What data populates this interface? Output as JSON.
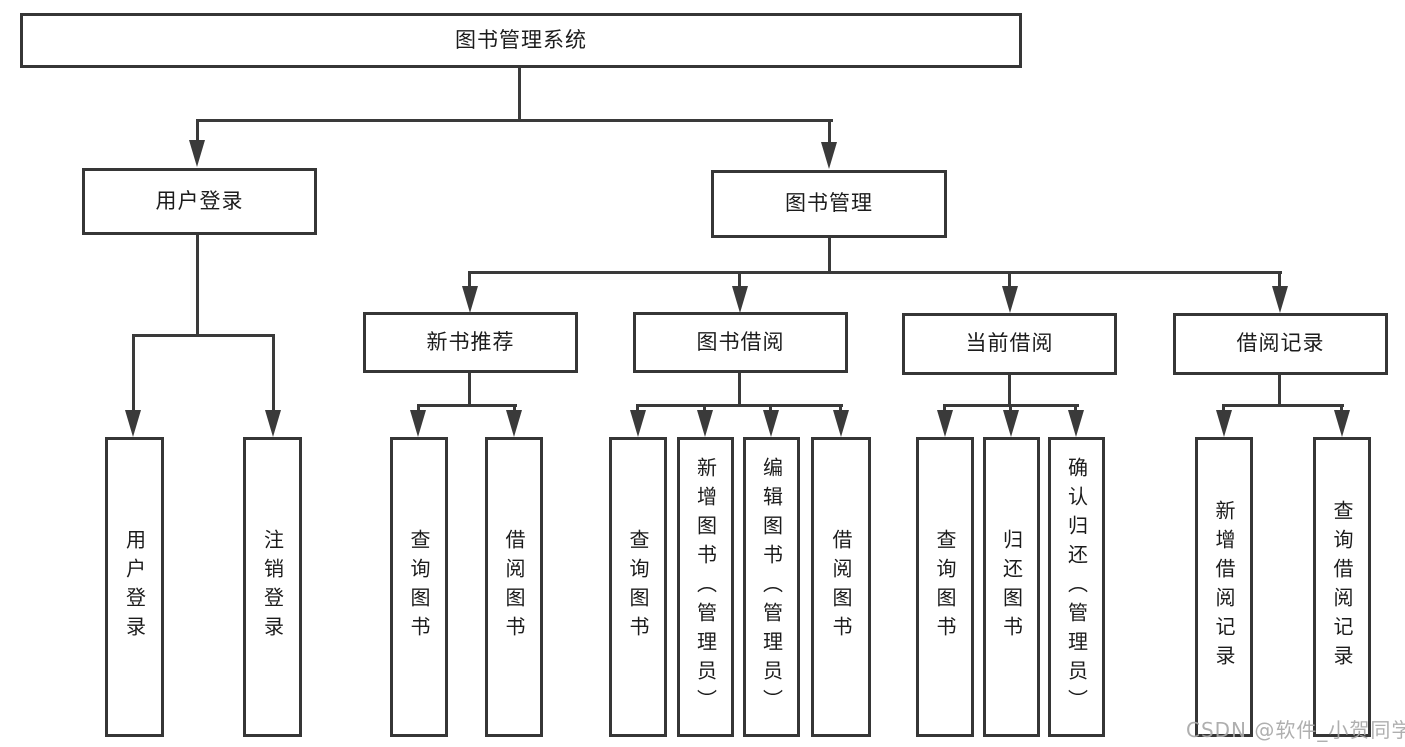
{
  "diagram_type": "hierarchy-tree",
  "colors": {
    "line": "#3a3a3a",
    "box_border": "#363636",
    "text": "#1c1c1c",
    "background": "#ffffff",
    "watermark": "#a8a8a8"
  },
  "tree": {
    "label": "图书管理系统",
    "children": [
      {
        "label": "用户登录",
        "children": [
          {
            "label": "用户登录"
          },
          {
            "label": "注销登录"
          }
        ]
      },
      {
        "label": "图书管理",
        "children": [
          {
            "label": "新书推荐",
            "children": [
              {
                "label": "查询图书"
              },
              {
                "label": "借阅图书"
              }
            ]
          },
          {
            "label": "图书借阅",
            "children": [
              {
                "label": "查询图书"
              },
              {
                "label": "新增图书（管理员）"
              },
              {
                "label": "编辑图书（管理员）"
              },
              {
                "label": "借阅图书"
              }
            ]
          },
          {
            "label": "当前借阅",
            "children": [
              {
                "label": "查询图书"
              },
              {
                "label": "归还图书"
              },
              {
                "label": "确认归还（管理员）"
              }
            ]
          },
          {
            "label": "借阅记录",
            "children": [
              {
                "label": "新增借阅记录"
              },
              {
                "label": "查询借阅记录"
              }
            ]
          }
        ]
      }
    ]
  },
  "watermark": {
    "text": "CSDN @软件_小贺同学"
  }
}
